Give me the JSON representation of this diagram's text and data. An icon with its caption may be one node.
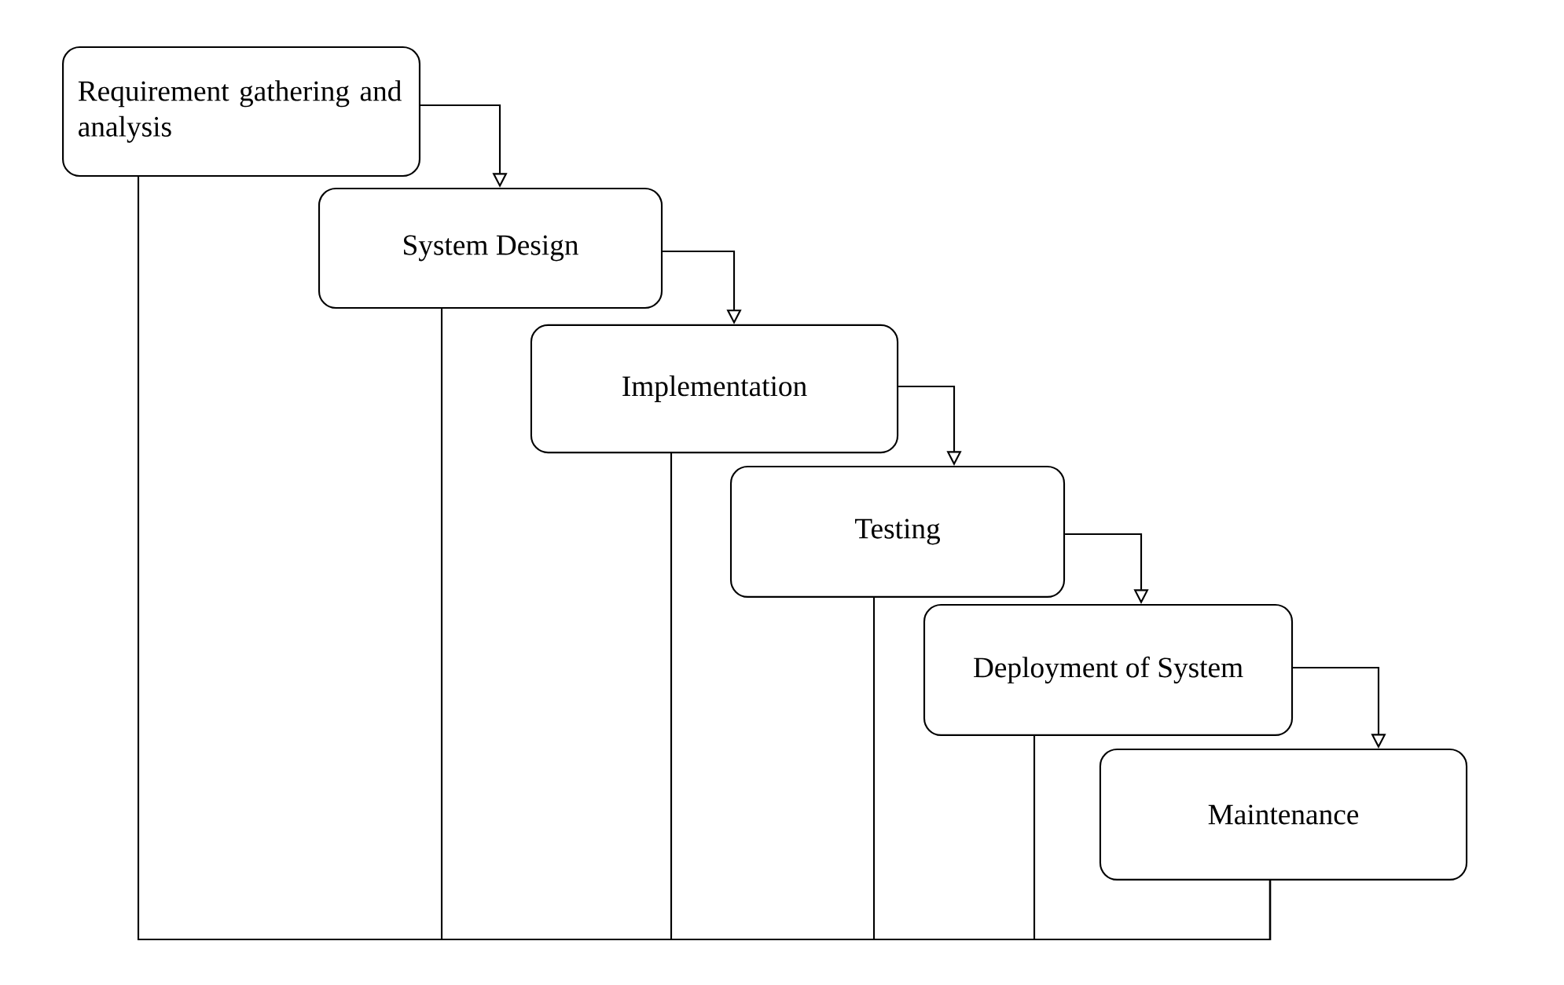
{
  "diagram": {
    "nodes": [
      {
        "text": [
          "Requirement gathering and analysis"
        ]
      },
      {
        "text": [
          "System Design"
        ]
      },
      {
        "text": [
          "Implementation"
        ]
      },
      {
        "text": [
          "Testing"
        ]
      },
      {
        "text": [
          "Deployment of System"
        ]
      },
      {
        "text": [
          "Maintenance"
        ]
      }
    ],
    "edges": [
      {
        "from": 0,
        "to": 1,
        "arrow": "to"
      },
      {
        "from": 1,
        "to": 2,
        "arrow": "to"
      },
      {
        "from": 2,
        "to": 3,
        "arrow": "to"
      },
      {
        "from": 3,
        "to": 4,
        "arrow": "to"
      },
      {
        "from": 4,
        "to": 5,
        "arrow": "to"
      },
      {
        "from": 5,
        "to": 0,
        "arrow": "none"
      },
      {
        "from": 5,
        "to": 1,
        "arrow": "none"
      },
      {
        "from": 5,
        "to": 2,
        "arrow": "none"
      },
      {
        "from": 5,
        "to": 3,
        "arrow": "none"
      },
      {
        "from": 5,
        "to": 4,
        "arrow": "none"
      }
    ]
  }
}
